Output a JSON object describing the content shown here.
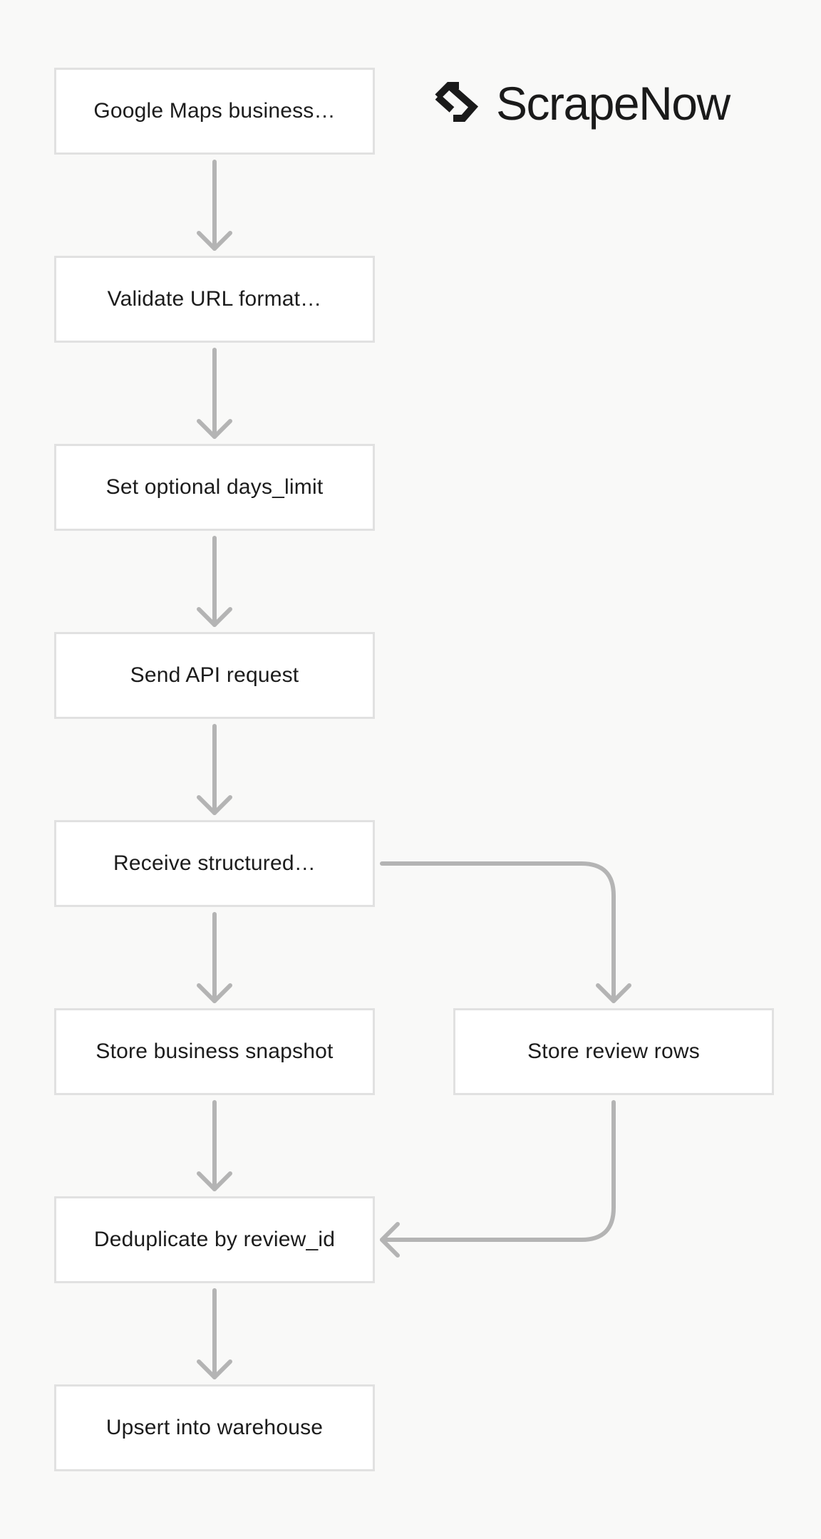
{
  "brand": {
    "name": "ScrapeNow",
    "logo_icon": "scrapenow-logo-icon",
    "color": "#1a1a1a"
  },
  "colors": {
    "background": "#f9f9f8",
    "node_fill": "#ffffff",
    "node_border": "#e1e1e1",
    "arrow": "#b4b4b4",
    "text": "#1c1c1c"
  },
  "nodes": [
    {
      "id": "n1",
      "label": "Google Maps business…"
    },
    {
      "id": "n2",
      "label": "Validate URL format…"
    },
    {
      "id": "n3",
      "label": "Set optional days_limit"
    },
    {
      "id": "n4",
      "label": "Send API request"
    },
    {
      "id": "n5",
      "label": "Receive structured…"
    },
    {
      "id": "n6",
      "label": "Store business snapshot"
    },
    {
      "id": "n7",
      "label": "Store review rows"
    },
    {
      "id": "n8",
      "label": "Deduplicate by review_id"
    },
    {
      "id": "n9",
      "label": "Upsert into warehouse"
    }
  ],
  "edges": [
    {
      "from": "n1",
      "to": "n2"
    },
    {
      "from": "n2",
      "to": "n3"
    },
    {
      "from": "n3",
      "to": "n4"
    },
    {
      "from": "n4",
      "to": "n5"
    },
    {
      "from": "n5",
      "to": "n6"
    },
    {
      "from": "n5",
      "to": "n7"
    },
    {
      "from": "n6",
      "to": "n8"
    },
    {
      "from": "n7",
      "to": "n8"
    },
    {
      "from": "n8",
      "to": "n9"
    }
  ]
}
